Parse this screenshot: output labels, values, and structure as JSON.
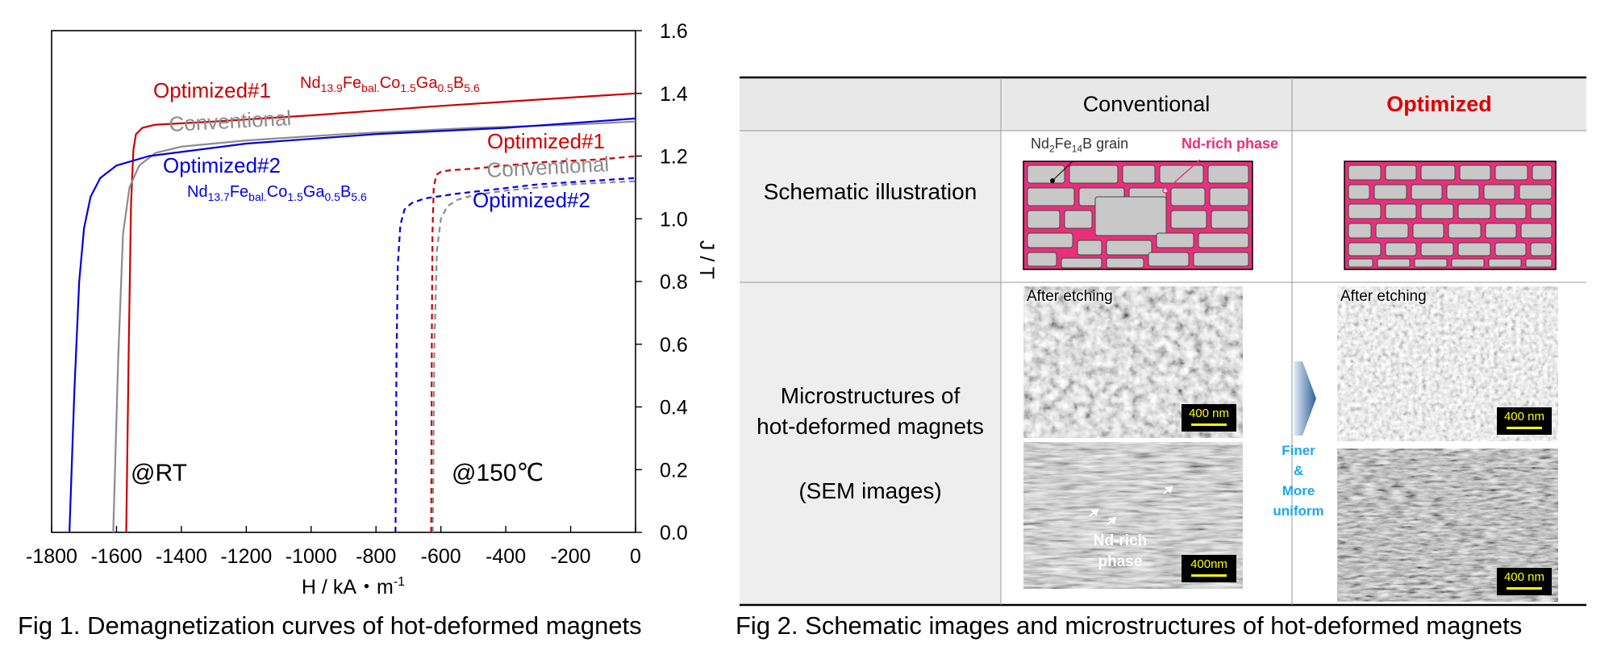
{
  "fig1": {
    "caption": "Fig 1. Demagnetization curves of hot-deformed magnets",
    "condition_rt": "@RT",
    "condition_150": "@150℃",
    "labels": {
      "opt1": "Optimized#1",
      "opt1_composition": "Nd13.9Febal.Co1.5Ga0.5B5.6",
      "conv": "Conventional",
      "opt2": "Optimized#2",
      "opt2_composition": "Nd13.7Febal.Co1.5Ga0.5B5.6",
      "opt1_150": "Optimized#1",
      "conv_150": "Conventional",
      "opt2_150": "Optimized#2"
    }
  },
  "chart_data": {
    "type": "line",
    "xlabel": "H / kA・m-1",
    "ylabel": "J / T",
    "xlim": [
      -1800,
      0
    ],
    "ylim": [
      0,
      1.6
    ],
    "x_ticks": [
      -1800,
      -1600,
      -1400,
      -1200,
      -1000,
      -800,
      -600,
      -400,
      -200,
      0
    ],
    "y_ticks": [
      0.0,
      0.2,
      0.4,
      0.6,
      0.8,
      1.0,
      1.2,
      1.4,
      1.6
    ],
    "grid": false,
    "series": [
      {
        "name": "Optimized#1",
        "temperature": "@RT",
        "color": "#cc0000",
        "dash": "solid",
        "x": [
          -1570,
          -1562,
          -1555,
          -1548,
          -1540,
          -1520,
          -1480,
          -1300,
          -1000,
          -600,
          -300,
          0
        ],
        "y": [
          0.0,
          0.6,
          1.05,
          1.22,
          1.27,
          1.29,
          1.3,
          1.31,
          1.33,
          1.36,
          1.38,
          1.4
        ]
      },
      {
        "name": "Conventional",
        "temperature": "@RT",
        "color": "#8c8c8c",
        "dash": "solid",
        "x": [
          -1610,
          -1595,
          -1580,
          -1560,
          -1530,
          -1480,
          -1400,
          -1200,
          -900,
          -500,
          -200,
          0
        ],
        "y": [
          0.0,
          0.55,
          0.95,
          1.1,
          1.17,
          1.21,
          1.23,
          1.25,
          1.27,
          1.29,
          1.3,
          1.31
        ]
      },
      {
        "name": "Optimized#2",
        "temperature": "@RT",
        "color": "#0000dd",
        "dash": "solid",
        "x": [
          -1745,
          -1730,
          -1715,
          -1700,
          -1680,
          -1650,
          -1600,
          -1500,
          -1200,
          -800,
          -400,
          0
        ],
        "y": [
          0.0,
          0.45,
          0.8,
          0.97,
          1.07,
          1.13,
          1.17,
          1.2,
          1.24,
          1.27,
          1.29,
          1.32
        ]
      },
      {
        "name": "Optimized#1",
        "temperature": "@150℃",
        "color": "#cc0000",
        "dash": "dashed",
        "x": [
          -630,
          -628,
          -626,
          -622,
          -614,
          -600,
          -570,
          -500,
          -300,
          -100,
          0
        ],
        "y": [
          0.0,
          0.6,
          0.95,
          1.1,
          1.14,
          1.15,
          1.155,
          1.16,
          1.18,
          1.19,
          1.2
        ]
      },
      {
        "name": "Conventional",
        "temperature": "@150℃",
        "color": "#8c8c8c",
        "dash": "dashed",
        "x": [
          -625,
          -620,
          -612,
          -600,
          -580,
          -550,
          -500,
          -400,
          -200,
          0
        ],
        "y": [
          0.0,
          0.6,
          0.9,
          1.0,
          1.04,
          1.06,
          1.075,
          1.09,
          1.11,
          1.12
        ]
      },
      {
        "name": "Optimized#2",
        "temperature": "@150℃",
        "color": "#0000dd",
        "dash": "dashed",
        "x": [
          -740,
          -737,
          -733,
          -725,
          -712,
          -690,
          -650,
          -550,
          -300,
          0
        ],
        "y": [
          0.0,
          0.55,
          0.85,
          0.98,
          1.03,
          1.05,
          1.065,
          1.08,
          1.11,
          1.13
        ]
      }
    ]
  },
  "fig2": {
    "caption": "Fig 2. Schematic images and microstructures of hot-deformed magnets",
    "col_conventional": "Conventional",
    "col_optimized": "Optimized",
    "row_schematic": "Schematic illustration",
    "row_micro_line1": "Microstructures of",
    "row_micro_line2": "hot-deformed magnets",
    "row_micro_line3": "(SEM images)",
    "grain_label": "Nd2Fe14B grain",
    "nd_rich_label": "Nd-rich phase",
    "after_etching_1": "After etching",
    "after_etching_2": "After etching",
    "scale_1": "400 nm",
    "scale_2": "400nm",
    "scale_3": "400 nm",
    "scale_4": "400 nm",
    "nd_rich_phase_line1": "Nd-rich",
    "nd_rich_phase_line2": "phase",
    "arrow_text": [
      "Finer",
      "&",
      "More",
      "uniform"
    ],
    "colors": {
      "optimized_red": "#dd0000",
      "nd_rich_pink": "#e8307a",
      "arrow_text_blue": "#1ea7e6",
      "header_gray": "#e8e8e8"
    }
  }
}
